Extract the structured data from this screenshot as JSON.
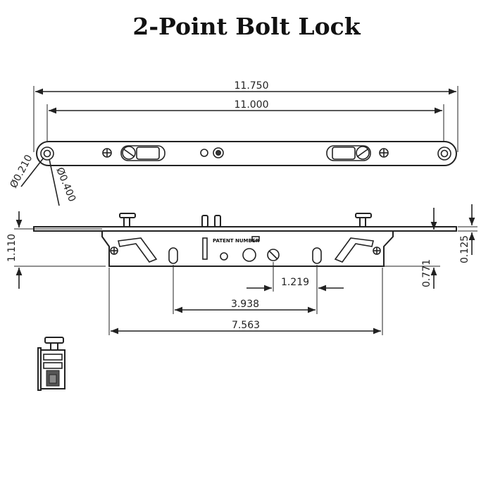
{
  "title": "2-Point Bolt Lock",
  "dimensions": {
    "overall_length": "11.750",
    "hole_spacing": "11.000",
    "hole_diameter_small": "Ø0.210",
    "hole_diameter_large": "Ø0.400",
    "side_height": "1.110",
    "faceplate_thickness": "0.125",
    "bolt_offset": "0.771",
    "spacing_a": "1.219",
    "spacing_b": "3.938",
    "case_length": "7.563"
  },
  "labels": {
    "patent": "PATENT NUMBER"
  }
}
